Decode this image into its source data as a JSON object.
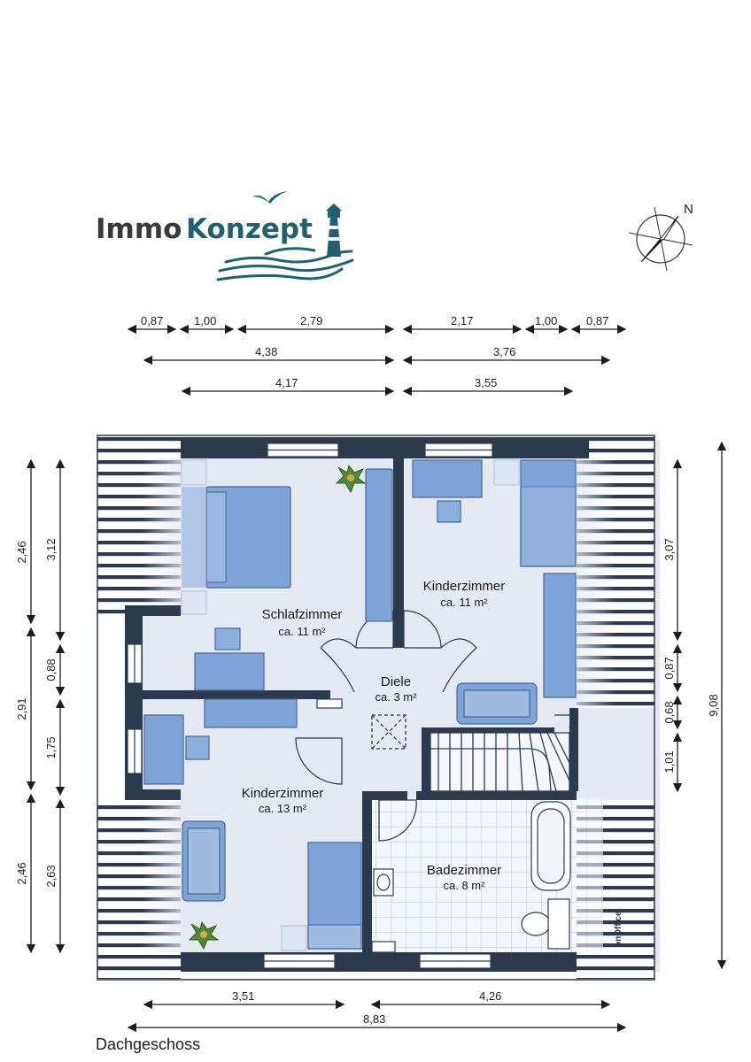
{
  "logo": {
    "text_part1": "Immo",
    "text_part2": "Konzept"
  },
  "compass": {
    "north_label": "N"
  },
  "dimensions_top": {
    "row1": [
      "0,87",
      "1,00",
      "2,79",
      "2,17",
      "1,00",
      "0,87"
    ],
    "row2": [
      "4,38",
      "3,76"
    ],
    "row3": [
      "4,17",
      "3,55"
    ]
  },
  "dimensions_left": {
    "outer": [
      "2,46",
      "2,91",
      "2,46"
    ],
    "inner": [
      "3,12",
      "0,88",
      "1,75",
      "2,63"
    ]
  },
  "dimensions_right": {
    "inner": [
      "3,07",
      "0,87",
      "0,68",
      "1,01"
    ],
    "total": "9,08"
  },
  "dimensions_bottom": {
    "row1": [
      "3,51",
      "4,26"
    ],
    "total": "8,83"
  },
  "rooms": {
    "schlafzimmer": {
      "name": "Schlafzimmer",
      "area": "ca. 11 m²"
    },
    "kinderzimmer_ne": {
      "name": "Kinderzimmer",
      "area": "ca. 11 m²"
    },
    "diele": {
      "name": "Diele",
      "area": "ca. 3 m²"
    },
    "kinderzimmer_sw": {
      "name": "Kinderzimmer",
      "area": "ca. 13 m²"
    },
    "badezimmer": {
      "name": "Badezimmer",
      "area": "ca. 8 m²"
    }
  },
  "watermark": "onOffice",
  "floor_label": "Dachgeschoss",
  "colors": {
    "wall": "#2b3a4d",
    "floor": "#e4e8f0",
    "furniture": "#7ea3d6",
    "logo_dark": "#3a3a3a",
    "logo_teal": "#1f6170"
  }
}
